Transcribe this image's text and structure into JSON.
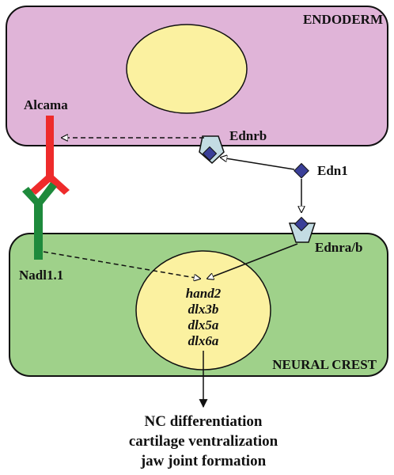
{
  "regions": {
    "endoderm": {
      "label": "ENDODERM",
      "color": "#e0b4d8"
    },
    "neural_crest": {
      "label": "NEURAL CREST",
      "color": "#9fd18a"
    }
  },
  "nucleus_color": "#fbf1a0",
  "molecules": {
    "alcama": {
      "label": "Alcama",
      "color": "#ee2b2b"
    },
    "nadl": {
      "label": "Nadl1.1",
      "color": "#1e8a3c"
    },
    "ednrb": {
      "label": "Ednrb"
    },
    "ednra": {
      "label": "Ednra/b"
    },
    "edn1": {
      "label": "Edn1"
    },
    "receptor_color": "#c3dce3",
    "ligand_color": "#3a3f98"
  },
  "target_genes": [
    "hand2",
    "dlx3b",
    "dlx5a",
    "dlx6a"
  ],
  "outcomes": [
    "NC differentiation",
    "cartilage ventralization",
    "jaw joint formation"
  ]
}
